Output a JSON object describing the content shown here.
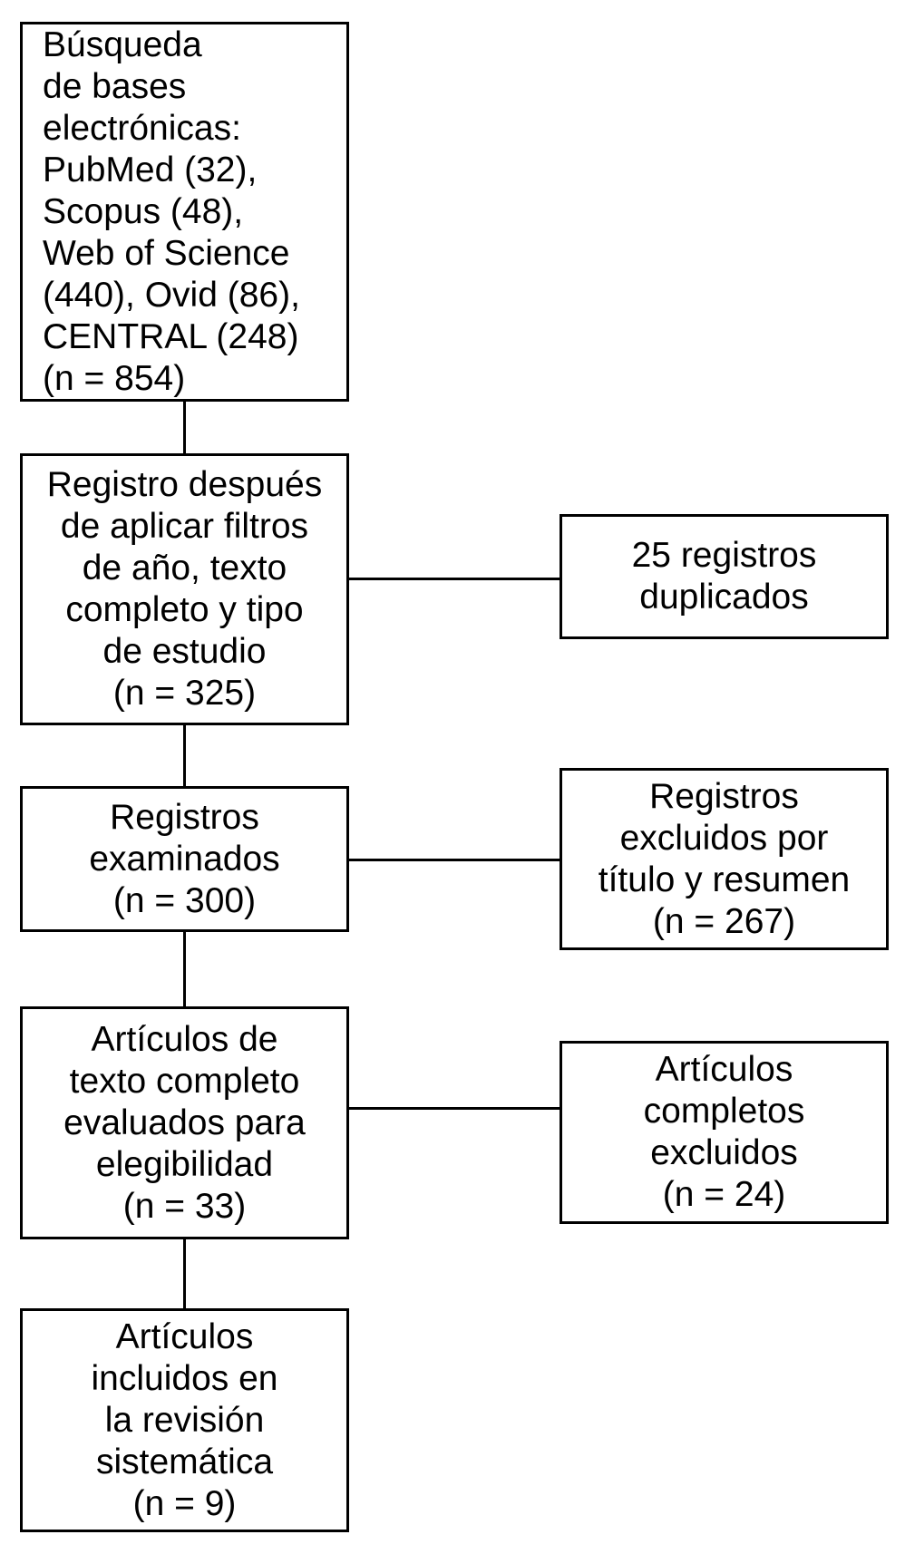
{
  "diagram": {
    "type": "prisma-flowchart",
    "language": "es",
    "colors": {
      "background": "#ffffff",
      "box_border": "#000000",
      "text": "#000000",
      "connector": "#000000"
    },
    "main_flow": [
      {
        "name": "database-search",
        "text": "Búsqueda\nde bases\nelectrónicas:\nPubMed (32),\nScopus (48),\nWeb of Science\n(440), Ovid (86),\nCENTRAL (248)\n(n = 854)",
        "n": 854
      },
      {
        "name": "records-after-filters",
        "text": "Registro después\nde aplicar filtros\nde año, texto\ncompleto y tipo\nde estudio\n(n = 325)",
        "n": 325
      },
      {
        "name": "records-screened",
        "text": "Registros\nexaminados\n(n = 300)",
        "n": 300
      },
      {
        "name": "fulltext-assessed",
        "text": "Artículos de\ntexto completo\nevaluados para\nelegibilidad\n(n = 33)",
        "n": 33
      },
      {
        "name": "included-in-review",
        "text": "Artículos\nincluidos en\nla revisión\nsistemática\n(n = 9)",
        "n": 9
      }
    ],
    "exclusion_flow": [
      {
        "name": "duplicate-records",
        "text": "25 registros\nduplicados",
        "n": 25
      },
      {
        "name": "excluded-title-abstract",
        "text": "Registros\nexcluidos por\ntítulo y resumen\n(n = 267)",
        "n": 267
      },
      {
        "name": "excluded-fulltext",
        "text": "Artículos\ncompletos\nexcluidos\n(n = 24)",
        "n": 24
      }
    ]
  }
}
